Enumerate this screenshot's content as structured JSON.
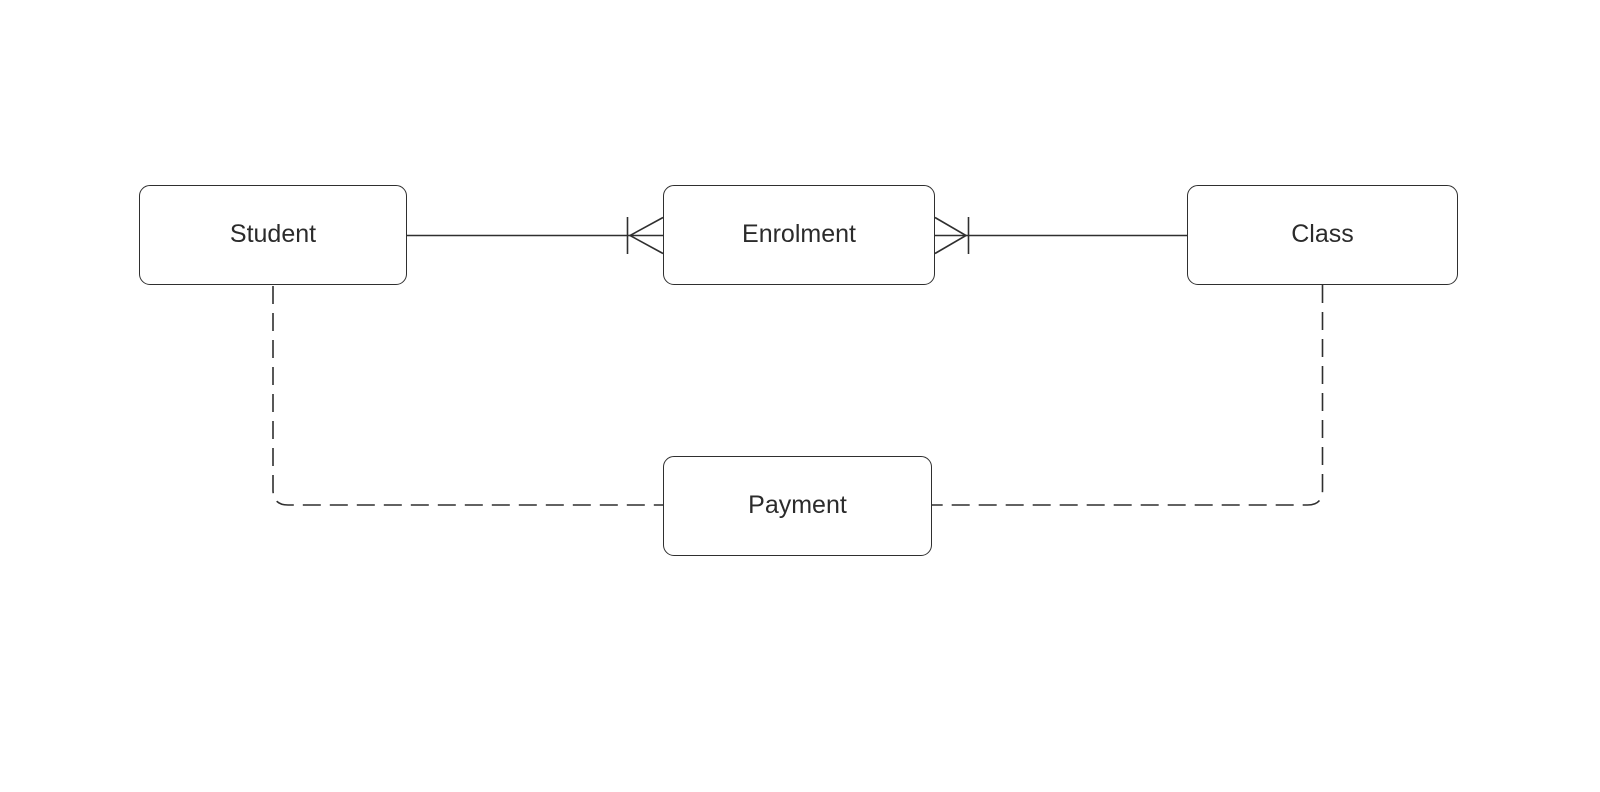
{
  "diagram": {
    "type": "entity-relationship",
    "colors": {
      "background": "#ffffff",
      "line": "#2f2f2f",
      "entity_border": "#2f2f2f",
      "text": "#2b2b2b"
    },
    "entities": [
      {
        "id": "student",
        "label": "Student"
      },
      {
        "id": "enrolment",
        "label": "Enrolment"
      },
      {
        "id": "class",
        "label": "Class"
      },
      {
        "id": "payment",
        "label": "Payment"
      }
    ],
    "relationships": [
      {
        "from": "Student",
        "to": "Enrolment",
        "line_style": "solid",
        "marker_at_enrolment_end": "one-tick-and-crow-foot-many"
      },
      {
        "from": "Enrolment",
        "to": "Class",
        "line_style": "solid",
        "marker_at_enrolment_end": "one-tick-and-crow-foot-many"
      },
      {
        "from": "Student",
        "to": "Payment",
        "line_style": "dashed",
        "marker": "none"
      },
      {
        "from": "Class",
        "to": "Payment",
        "line_style": "dashed",
        "marker": "none"
      }
    ]
  }
}
